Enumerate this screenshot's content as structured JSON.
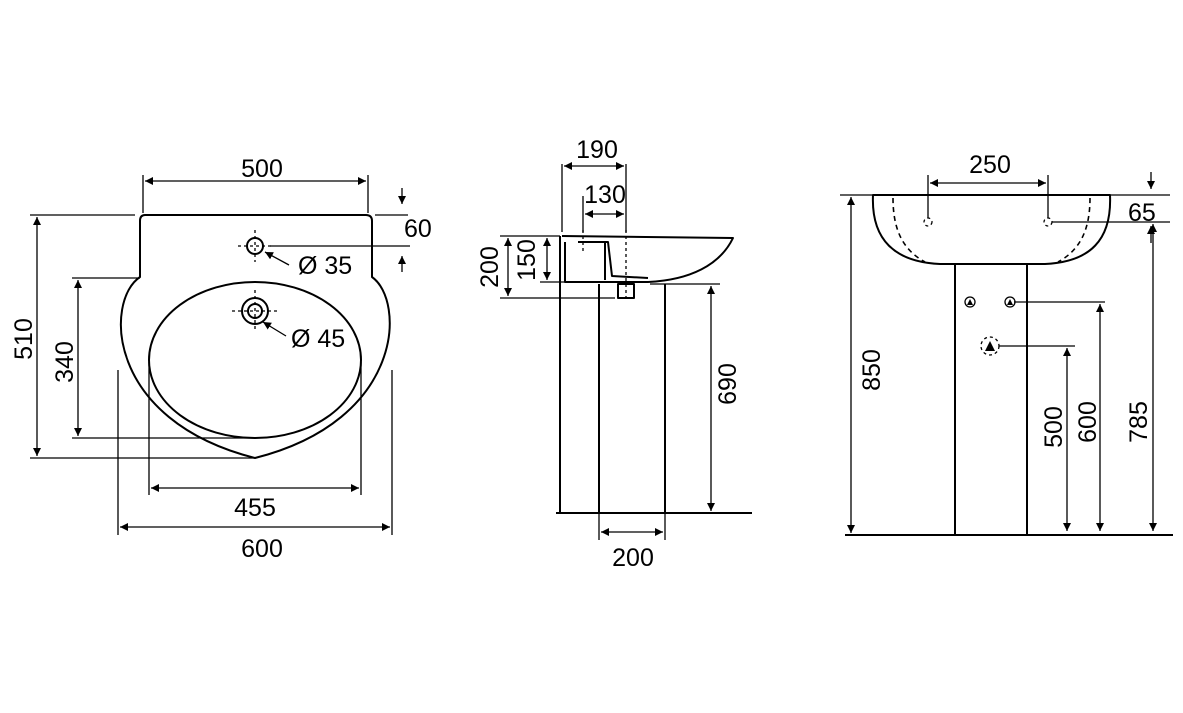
{
  "top_view": {
    "width_top": "500",
    "depth_back": "60",
    "tap_hole": "Ø 35",
    "waste_hole": "Ø 45",
    "total_depth": "510",
    "bowl_depth": "340",
    "bowl_width": "455",
    "overall_width": "600"
  },
  "side_view": {
    "depth_outer": "190",
    "depth_inner": "130",
    "height_outer": "200",
    "height_inner": "150",
    "pedestal_height": "690",
    "pedestal_width": "200"
  },
  "front_view": {
    "tap_spacing": "250",
    "top_offset": "65",
    "total_height": "850",
    "outlet_height": "500",
    "inlet_height": "600",
    "fixing_height": "785"
  },
  "colors": {
    "line": "#000000",
    "background": "#ffffff"
  }
}
